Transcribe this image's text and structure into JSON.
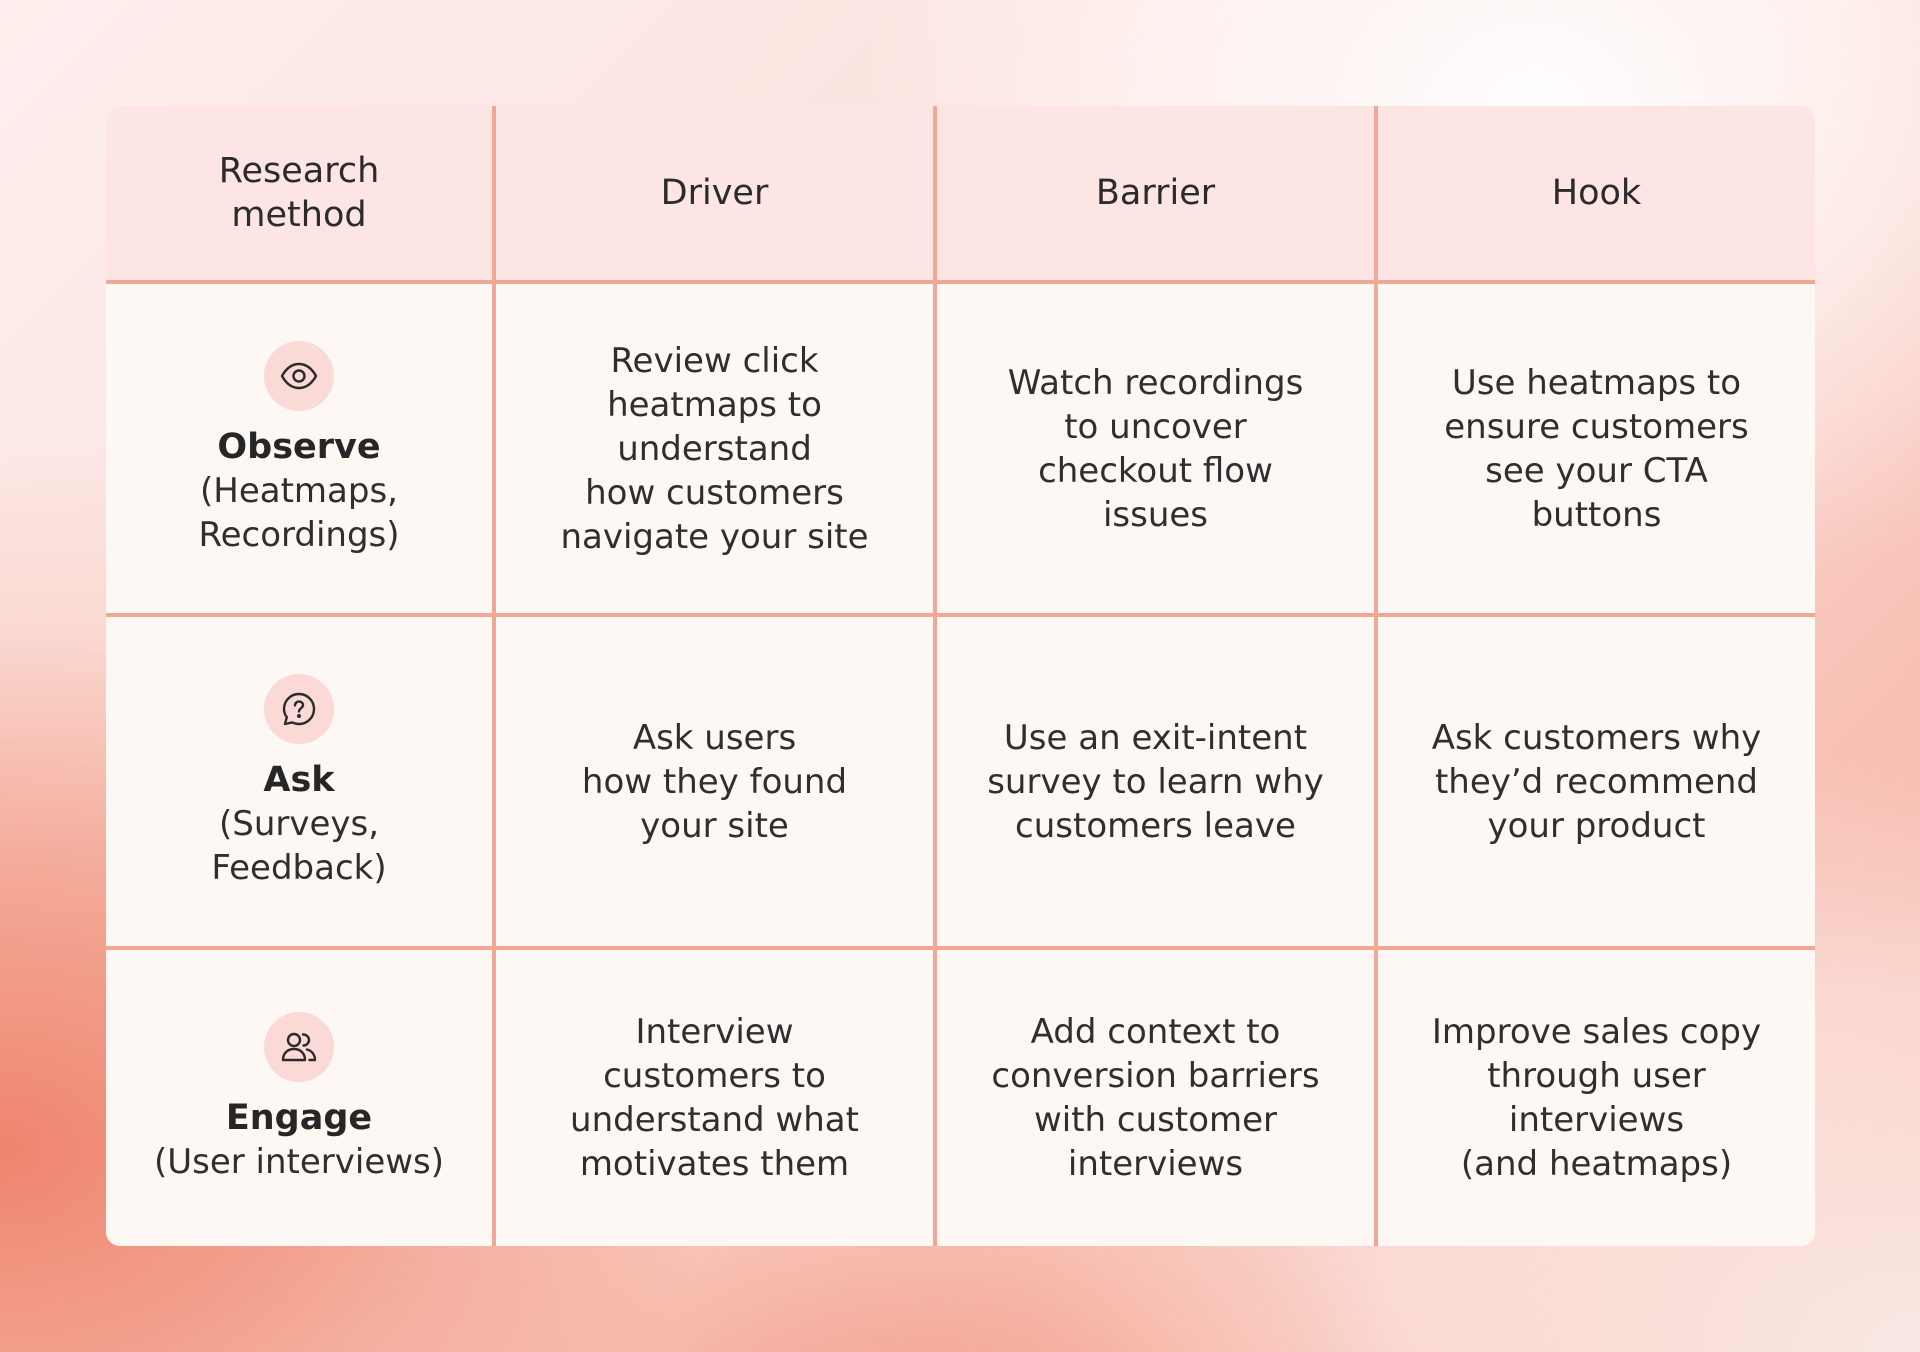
{
  "table": {
    "headers": [
      "Research\nmethod",
      "Driver",
      "Barrier",
      "Hook"
    ],
    "rows": [
      {
        "icon": "eye-icon",
        "method": "Observe",
        "method_sub": "(Heatmaps,\nRecordings)",
        "driver": "Review click\nheatmaps to\nunderstand\nhow customers\nnavigate your site",
        "barrier": "Watch recordings\nto uncover\ncheckout flow\nissues",
        "hook": "Use heatmaps to\nensure customers\nsee your CTA\nbuttons"
      },
      {
        "icon": "question-bubble-icon",
        "method": "Ask",
        "method_sub": "(Surveys,\nFeedback)",
        "driver": "Ask users\nhow they found\nyour site",
        "barrier": "Use an exit-intent\nsurvey to learn why\ncustomers leave",
        "hook": "Ask customers why\nthey’d recommend\nyour product"
      },
      {
        "icon": "users-icon",
        "method": "Engage",
        "method_sub": "(User interviews)",
        "driver": "Interview\ncustomers to\nunderstand what\nmotivates them",
        "barrier": "Add context to\nconversion barriers\nwith customer\ninterviews",
        "hook": "Improve sales copy\nthrough user\ninterviews\n(and heatmaps)"
      }
    ]
  },
  "colors": {
    "header_bg": "#fde5e4",
    "cell_bg": "#fdf8f3",
    "grid_line": "#f2a796",
    "icon_badge": "#fbd9d6"
  }
}
